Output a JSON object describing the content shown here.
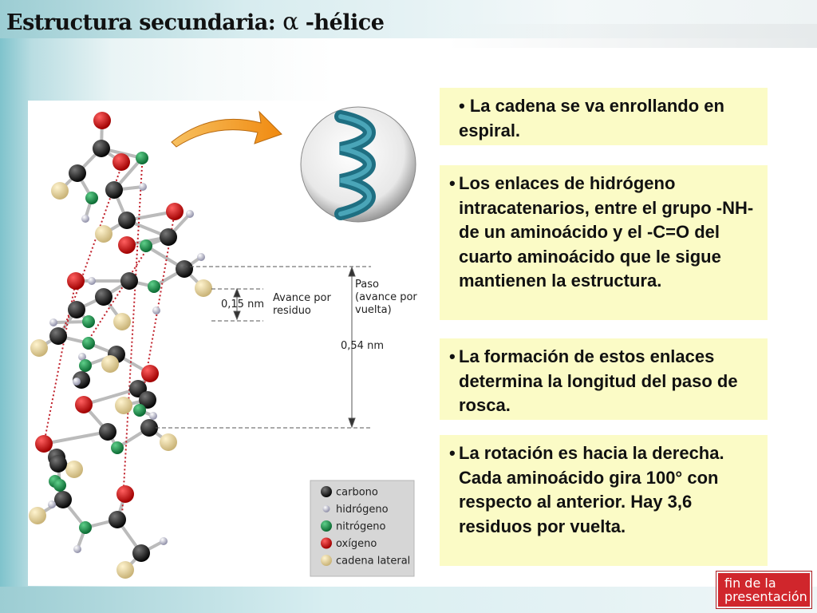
{
  "title": {
    "text": "Estructura secundaria:",
    "symbol": "α",
    "suffix": "-hélice"
  },
  "figure": {
    "labels": {
      "advance_value": "0,15 nm",
      "advance_line1": "Avance por",
      "advance_line2": "residuo",
      "pitch_line1": "Paso",
      "pitch_line2": "(avance por",
      "pitch_line3": "vuelta)",
      "pitch_value": "0,54 nm"
    },
    "legend": [
      {
        "label": "carbono",
        "color": "#111111"
      },
      {
        "label": "hidrógeno",
        "color": "#b8b8cc"
      },
      {
        "label": "nitrógeno",
        "color": "#1f8a4a"
      },
      {
        "label": "oxígeno",
        "color": "#cc1010"
      },
      {
        "label": "cadena lateral",
        "color": "#e3d29c"
      }
    ],
    "colors": {
      "helix": "#2a7f94",
      "arrow": "#f0a020"
    }
  },
  "bullets": [
    {
      "marker": "•",
      "text": "La cadena se va enrollando en espiral."
    },
    {
      "marker": "•",
      "text": "Los enlaces de hidrógeno intracatenarios, entre el grupo -NH- de un aminoácido y el -C=O del cuarto aminoácido que le sigue mantienen la estructura."
    },
    {
      "marker": "•",
      "text": "La formación de estos enlaces determina la longitud del paso de rosca."
    },
    {
      "marker": "•",
      "text": "La rotación es hacia la derecha. Cada aminoácido gira 100° con respecto al anterior. Hay 3,6 residuos por vuelta."
    }
  ],
  "end_button": {
    "line1": "fin de la",
    "line2": "presentación"
  }
}
